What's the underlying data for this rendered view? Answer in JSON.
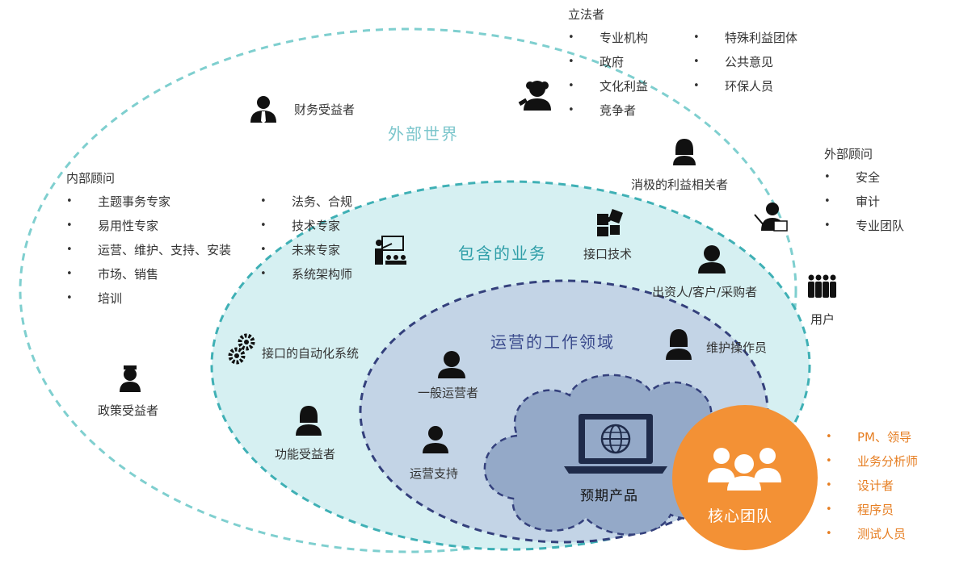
{
  "regions": {
    "outer": "外部世界",
    "middle": "包含的业务",
    "inner": "运营的工作领域",
    "product": "预期产品",
    "core": "核心团队"
  },
  "groups": {
    "legislator": {
      "title": "立法者",
      "col1": [
        "专业机构",
        "政府",
        "文化利益",
        "竞争者"
      ],
      "col2": [
        "特殊利益团体",
        "公共意见",
        "环保人员"
      ]
    },
    "internal_consultant": {
      "title": "内部顾问",
      "col1": [
        "主题事务专家",
        "易用性专家",
        "运营、维护、支持、安装",
        "市场、销售",
        "培训"
      ],
      "col2": [
        "法务、合规",
        "技术专家",
        "未来专家",
        "系统架构师"
      ]
    },
    "external_consultant": {
      "title": "外部顾问",
      "items": [
        "安全",
        "审计",
        "专业团队"
      ]
    },
    "core_team": {
      "items": [
        "PM、领导",
        "业务分析师",
        "设计者",
        "程序员",
        "测试人员"
      ]
    }
  },
  "stakeholders": {
    "financial": "财务受益者",
    "negative": "消极的利益相关者",
    "interface_tech": "接口技术",
    "sponsor": "出资人/客户/采购者",
    "user": "用户",
    "maintenance": "维护操作员",
    "auto_system": "接口的自动化系统",
    "general_ops": "一般运营者",
    "policy": "政策受益者",
    "functional": "功能受益者",
    "ops_support": "运营支持"
  },
  "colors": {
    "outer_dash": "#7fcfcf",
    "middle_fill": "#d6f0f2",
    "middle_dash": "#3fb0b5",
    "inner_fill": "#c3d4e6",
    "inner_dash": "#34407c",
    "cloud_fill": "#94a9c8",
    "core_fill": "#f39135",
    "orange_text": "#e67e22",
    "outer_text": "#7cc6cc",
    "middle_text": "#2f9ea8",
    "inner_text": "#3a4a8c"
  }
}
